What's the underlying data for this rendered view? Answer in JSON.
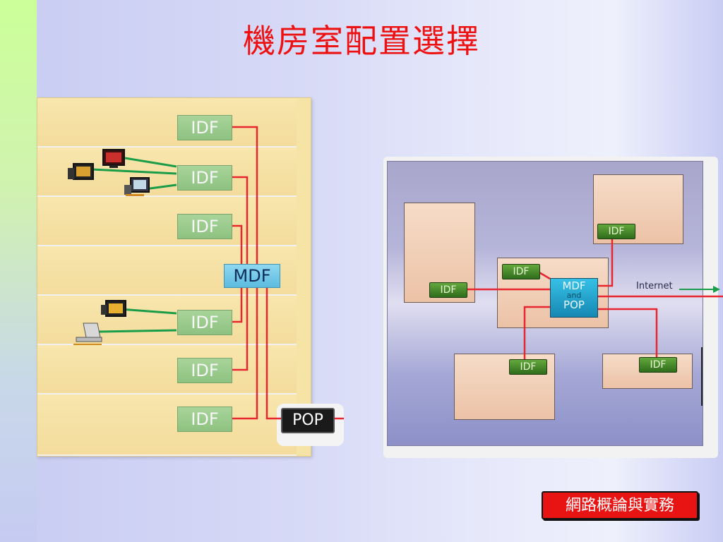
{
  "slide": {
    "title": "機房室配置選擇",
    "footer_label": "網路概論與實務"
  },
  "left_diagram": {
    "idf_labels": [
      "IDF",
      "IDF",
      "IDF",
      "IDF",
      "IDF",
      "IDF"
    ],
    "mdf_label": "MDF",
    "pop_label": "POP"
  },
  "right_diagram": {
    "idf_labels": [
      "IDF",
      "IDF",
      "IDF",
      "IDF",
      "IDF"
    ],
    "mdf_line1": "MDF",
    "mdf_and": "and",
    "mdf_line2": "POP",
    "internet_label": "Internet"
  },
  "colors": {
    "title": "#ee1111",
    "cable_red": "#e8262f",
    "cable_green": "#1a9c48",
    "idf_green": "#8ec281",
    "mdf_blue": "#5cbbe0"
  }
}
